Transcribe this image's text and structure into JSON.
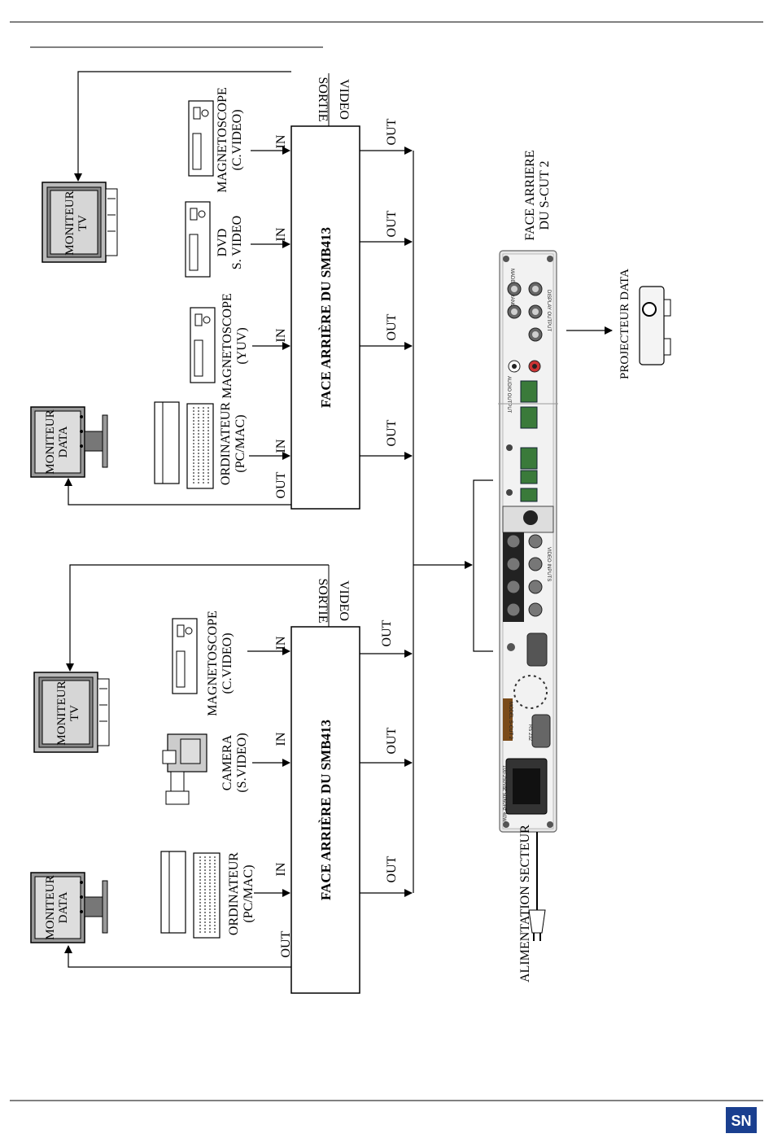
{
  "labels": {
    "in": "IN",
    "out": "OUT",
    "sortie": "SORTIE",
    "video": "VIDEO",
    "box": "FACE ARRIÈRE DU SMB413",
    "moniteur": "MONITEUR",
    "tv": "TV",
    "data": "DATA",
    "magnetoscope": "MAGNETOSCOPE",
    "c_video": "(C.VIDEO)",
    "c_video_2": "(C.VIDEO)",
    "dvd": "DVD",
    "s_video_dvd": "S. VIDEO",
    "yuv": "(YUV)",
    "ordinateur": "ORDINATEUR",
    "pcmac": "(PC/MAC)",
    "camera": "CAMERA",
    "s_video_cam": "(S.VIDEO)",
    "face_arriere": "FACE ARRIERE",
    "du_scut": "DU S-CUT 2",
    "projecteur": "PROJECTEUR DATA",
    "alimentation": "ALIMENTATION SECTEUR"
  },
  "panel_labels": {
    "made_in_france": "MADE IN FRANCE",
    "display_output": "DISPLAY OUTPUT",
    "video_inputs": "VIDEO INPUTS",
    "audio_output": "AUDIO OUTPUT",
    "model": "MODEL S-CUT 2",
    "rs232": "RS 232",
    "power": "100-250Vac 50/60Hz 40W"
  },
  "logo": {
    "text": "SN",
    "color": "#1a3f8f"
  }
}
